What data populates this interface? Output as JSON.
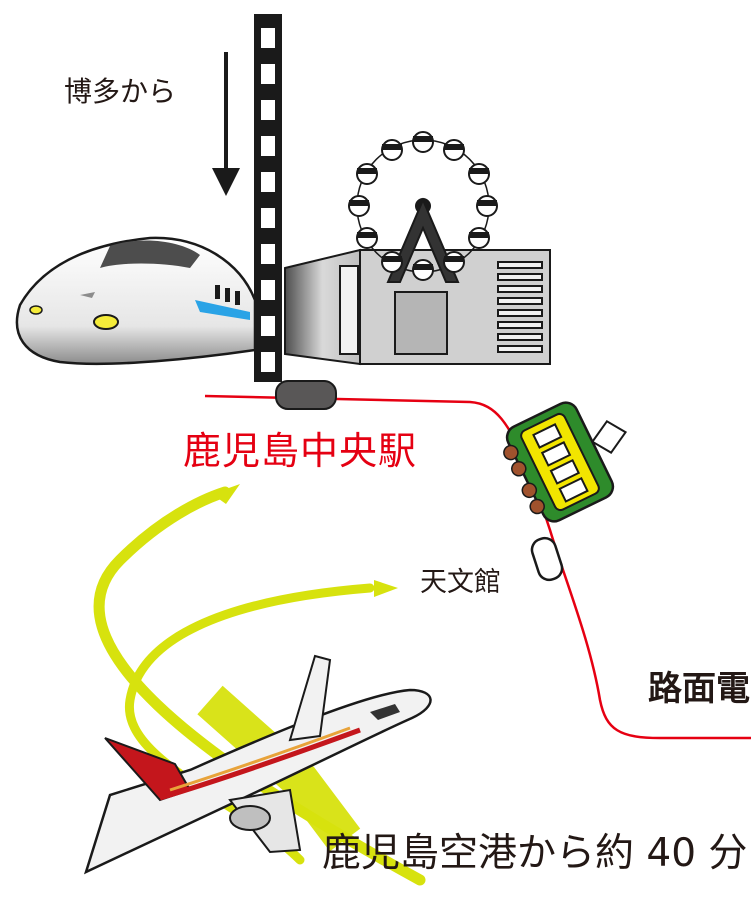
{
  "labels": {
    "from_hakata": "博多から",
    "kagoshima_chuo": "鹿児島中央駅",
    "tenmonkan": "天文館",
    "tram": "路面電",
    "airport": "鹿児島空港から約 40 分"
  },
  "colors": {
    "route_red": "#e60012",
    "arrow_yellow": "#d7e20e",
    "station_text": "#e50012",
    "tram_green": "#2e8b2b",
    "tram_yellow": "#f2e500",
    "plane_red": "#c4161c",
    "stop_gray": "#595757"
  },
  "icons": [
    "shinkansen-icon",
    "ferris-wheel-icon",
    "railway-track-icon",
    "tram-icon",
    "airplane-icon",
    "down-arrow-icon"
  ]
}
